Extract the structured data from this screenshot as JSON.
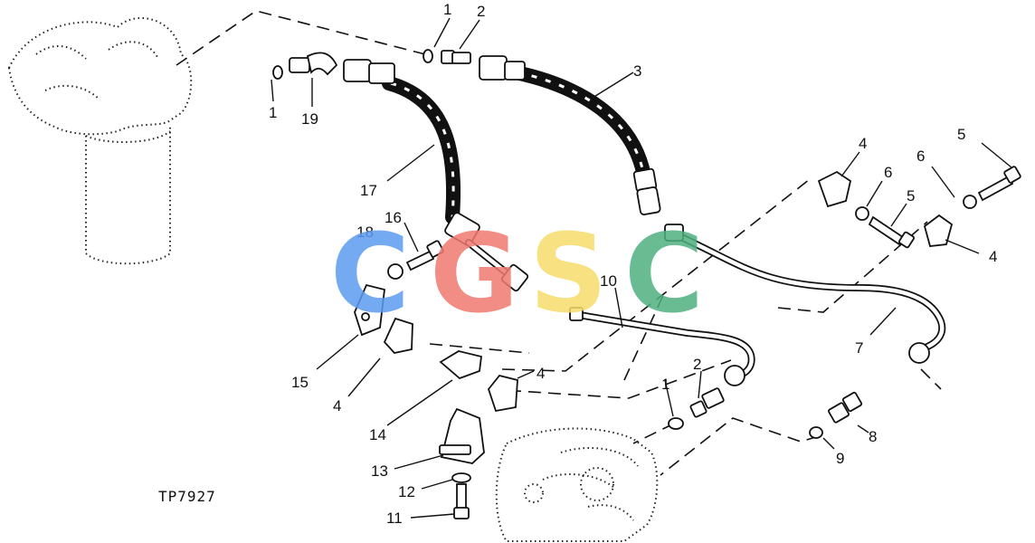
{
  "figure_ref": "TP7927",
  "watermark_text": "CGSC",
  "watermark_colors": [
    "#5b9cf0",
    "#f07a72",
    "#f7dc6a",
    "#4fb07f"
  ],
  "callouts": [
    {
      "id": "c1a",
      "label": "1"
    },
    {
      "id": "c2a",
      "label": "2"
    },
    {
      "id": "c1b",
      "label": "1"
    },
    {
      "id": "c19",
      "label": "19"
    },
    {
      "id": "c3",
      "label": "3"
    },
    {
      "id": "c17",
      "label": "17"
    },
    {
      "id": "c16",
      "label": "16"
    },
    {
      "id": "c18",
      "label": "18"
    },
    {
      "id": "c10",
      "label": "10"
    },
    {
      "id": "c4a",
      "label": "4"
    },
    {
      "id": "c6a",
      "label": "6"
    },
    {
      "id": "c5a",
      "label": "5"
    },
    {
      "id": "c6b",
      "label": "6"
    },
    {
      "id": "c5b",
      "label": "5"
    },
    {
      "id": "c4b",
      "label": "4"
    },
    {
      "id": "c7",
      "label": "7"
    },
    {
      "id": "c15",
      "label": "15"
    },
    {
      "id": "c4c",
      "label": "4"
    },
    {
      "id": "c4d",
      "label": "4"
    },
    {
      "id": "c14",
      "label": "14"
    },
    {
      "id": "c2b",
      "label": "2"
    },
    {
      "id": "c1c",
      "label": "1"
    },
    {
      "id": "c13",
      "label": "13"
    },
    {
      "id": "c12",
      "label": "12"
    },
    {
      "id": "c11",
      "label": "11"
    },
    {
      "id": "c8",
      "label": "8"
    },
    {
      "id": "c9",
      "label": "9"
    }
  ]
}
